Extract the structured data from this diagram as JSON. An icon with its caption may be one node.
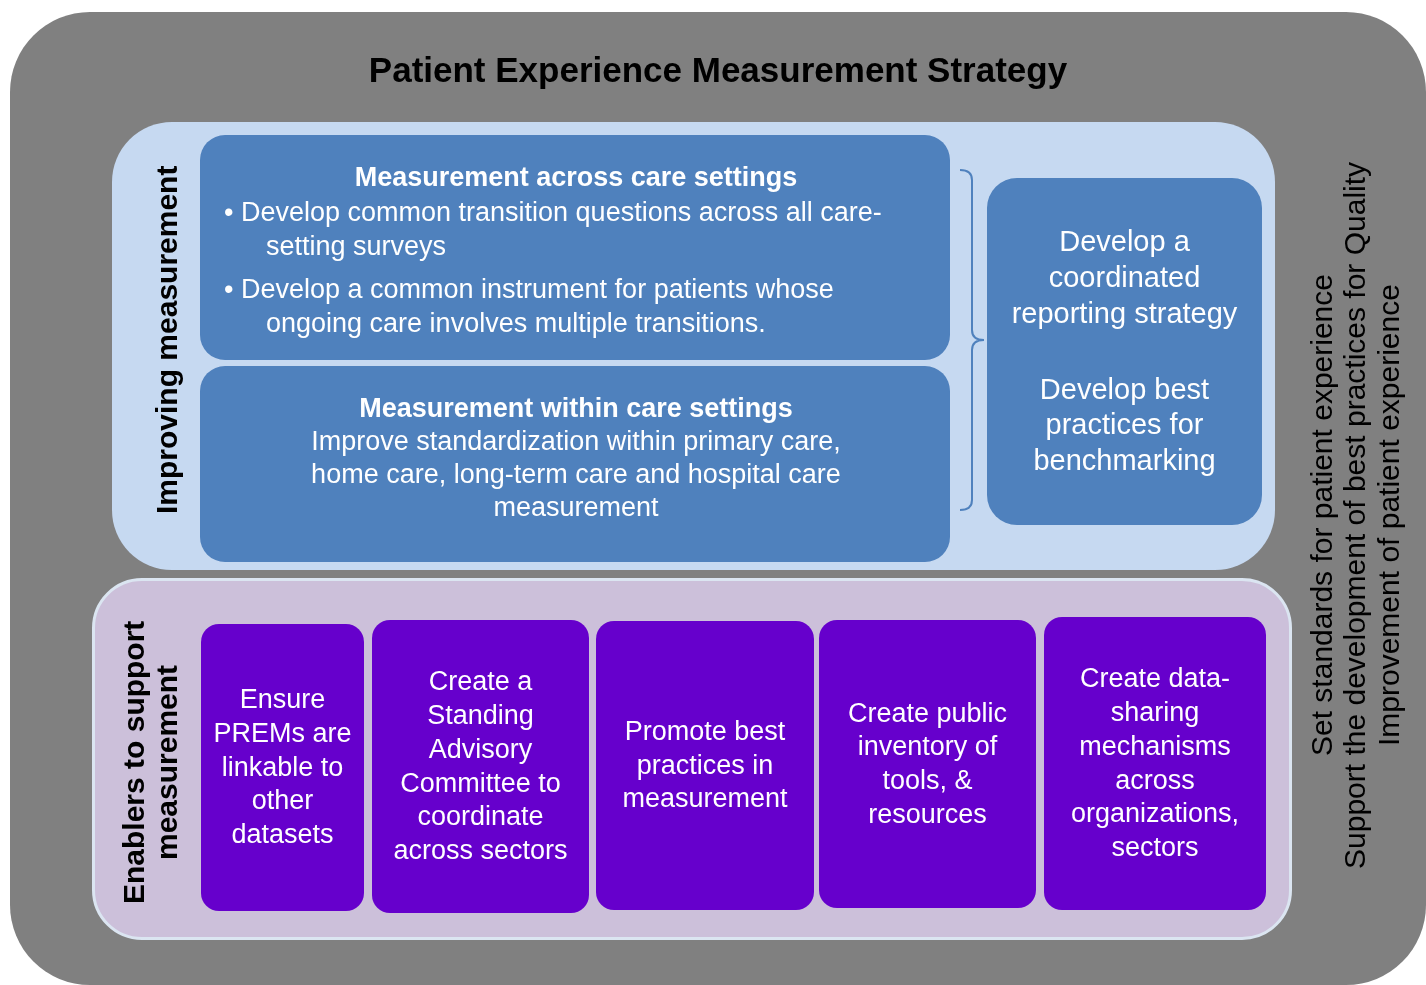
{
  "diagram": {
    "nodes": [
      {
        "text": [
          "Patient Experience Measurement Strategy",
          "Set standards for patient experience",
          "Support the development of best practices for Quality Improvement of patient experience"
        ]
      },
      {
        "text": [
          "Improving measurement"
        ],
        "in": 0
      },
      {
        "text": [
          "Measurement across care settings",
          "• Develop common transition questions across all care-setting surveys",
          "• Develop a common instrument for patients whose ongoing care involves multiple transitions."
        ],
        "in": 1
      },
      {
        "text": [
          "Measurement within care settings",
          "Improve standardization within primary care, home care, long-term care and hospital care measurement"
        ],
        "in": 1
      },
      {
        "text": [
          "Develop a coordinated reporting strategy",
          "Develop best practices for benchmarking"
        ],
        "in": 1
      },
      {
        "text": [
          "Enablers to support measurement"
        ],
        "in": 0
      },
      {
        "text": [
          "Ensure PREMs are linkable to other datasets"
        ],
        "in": 5
      },
      {
        "text": [
          "Create a Standing Advisory Committee to coordinate across sectors"
        ],
        "in": 5
      },
      {
        "text": [
          "Promote best practices in measurement"
        ],
        "in": 5
      },
      {
        "text": [
          "Create public inventory of tools, & resources"
        ],
        "in": 5
      },
      {
        "text": [
          "Create data-sharing mechanisms across organizations, sectors"
        ],
        "in": 5
      }
    ]
  }
}
